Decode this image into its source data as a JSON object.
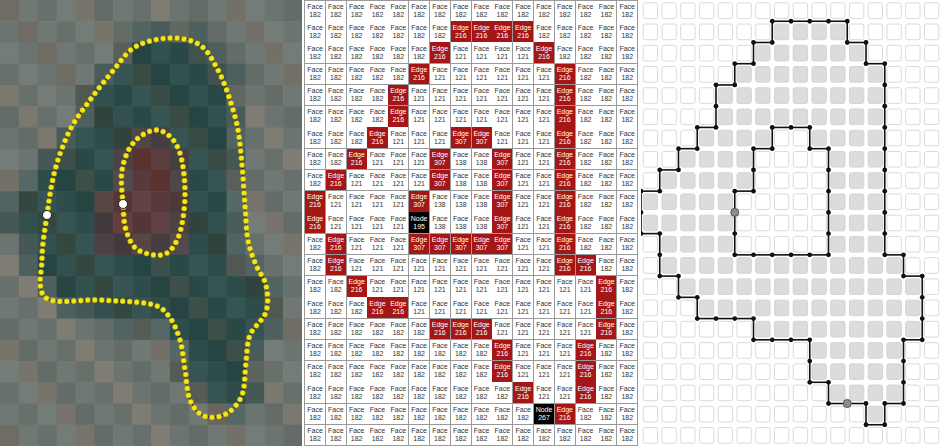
{
  "diagram": {
    "labels": [
      "Face",
      "182",
      "Face",
      "182",
      "Face",
      "182",
      "Face",
      "182",
      "Face",
      "182",
      "Face",
      "182",
      "Face",
      "182",
      "Face",
      "182",
      "Face",
      "182",
      "Face",
      "182",
      "Face",
      "182",
      "Face",
      "182",
      "Face",
      "182",
      "Face",
      "182",
      "Face",
      "182",
      "Face",
      "182",
      "Face",
      "182",
      "Face",
      "182",
      "Face",
      "182",
      "Face",
      "182",
      "Face",
      "182",
      "Face",
      "182",
      "Face",
      "182",
      "Edge",
      "216",
      "Edge",
      "216",
      "Edge",
      "216",
      "Edge",
      "216",
      "Face",
      "182",
      "Face",
      "182",
      "Face",
      "182",
      "Face",
      "182",
      "Face",
      "182",
      "Face",
      "182",
      "Face",
      "182",
      "Face",
      "182",
      "Face",
      "182",
      "Face",
      "182",
      "Face",
      "182",
      "Edge",
      "216",
      "Face",
      "121",
      "Face",
      "121",
      "Face",
      "121",
      "Face",
      "121",
      "Edge",
      "216",
      "Face",
      "182",
      "Face",
      "182",
      "Face",
      "182",
      "Face",
      "182",
      "Face",
      "182",
      "Face",
      "182",
      "Face",
      "182",
      "Face",
      "182",
      "Face",
      "182",
      "Edge",
      "216",
      "Face",
      "121",
      "Face",
      "121",
      "Face",
      "121",
      "Face",
      "121",
      "Face",
      "121",
      "Face",
      "121",
      "Edge",
      "216",
      "Face",
      "182",
      "Face",
      "182",
      "Face",
      "182",
      "Face",
      "182",
      "Face",
      "182",
      "Face",
      "182",
      "Face",
      "182",
      "Edge",
      "216",
      "Face",
      "121",
      "Face",
      "121",
      "Face",
      "121",
      "Face",
      "121",
      "Face",
      "121",
      "Face",
      "121",
      "Face",
      "121",
      "Edge",
      "216",
      "Face",
      "182",
      "Face",
      "182",
      "Face",
      "182",
      "Face",
      "182",
      "Face",
      "182",
      "Face",
      "182",
      "Face",
      "182",
      "Edge",
      "216",
      "Face",
      "121",
      "Face",
      "121",
      "Face",
      "121",
      "Face",
      "121",
      "Face",
      "121",
      "Face",
      "121",
      "Face",
      "121",
      "Edge",
      "216",
      "Face",
      "182",
      "Face",
      "182",
      "Face",
      "182",
      "Face",
      "182",
      "Face",
      "182",
      "Face",
      "182",
      "Edge",
      "216",
      "Face",
      "121",
      "Face",
      "121",
      "Face",
      "121",
      "Edge",
      "307",
      "Edge",
      "307",
      "Face",
      "121",
      "Face",
      "121",
      "Face",
      "121",
      "Edge",
      "216",
      "Face",
      "182",
      "Face",
      "182",
      "Face",
      "182",
      "Face",
      "182",
      "Face",
      "182",
      "Edge",
      "216",
      "Face",
      "121",
      "Face",
      "121",
      "Face",
      "121",
      "Edge",
      "307",
      "Face",
      "138",
      "Face",
      "138",
      "Edge",
      "307",
      "Face",
      "121",
      "Face",
      "121",
      "Edge",
      "216",
      "Face",
      "182",
      "Face",
      "182",
      "Face",
      "182",
      "Face",
      "182",
      "Edge",
      "216",
      "Face",
      "121",
      "Face",
      "121",
      "Face",
      "121",
      "Face",
      "121",
      "Edge",
      "307",
      "Face",
      "138",
      "Face",
      "138",
      "Edge",
      "307",
      "Face",
      "121",
      "Face",
      "121",
      "Edge",
      "216",
      "Face",
      "182",
      "Face",
      "182",
      "Face",
      "182",
      "Edge",
      "216",
      "Face",
      "121",
      "Face",
      "121",
      "Face",
      "121",
      "Face",
      "121",
      "Edge",
      "307",
      "Face",
      "138",
      "Face",
      "138",
      "Face",
      "138",
      "Edge",
      "307",
      "Face",
      "121",
      "Face",
      "121",
      "Edge",
      "216",
      "Face",
      "182",
      "Face",
      "182",
      "Face",
      "182",
      "Edge",
      "216",
      "Face",
      "121",
      "Face",
      "121",
      "Face",
      "121",
      "Face",
      "121",
      "Node",
      "195",
      "Face",
      "138",
      "Face",
      "138",
      "Face",
      "138",
      "Edge",
      "307",
      "Face",
      "121",
      "Face",
      "121",
      "Edge",
      "216",
      "Face",
      "182",
      "Face",
      "182",
      "Face",
      "182",
      "Face",
      "182",
      "Edge",
      "216",
      "Face",
      "121",
      "Face",
      "121",
      "Face",
      "121",
      "Edge",
      "307",
      "Edge",
      "307",
      "Edge",
      "307",
      "Edge",
      "307",
      "Edge",
      "307",
      "Face",
      "121",
      "Face",
      "121",
      "Edge",
      "216",
      "Face",
      "182",
      "Face",
      "182",
      "Face",
      "182",
      "Face",
      "182",
      "Edge",
      "216",
      "Face",
      "121",
      "Face",
      "121",
      "Face",
      "121",
      "Face",
      "121",
      "Face",
      "121",
      "Face",
      "121",
      "Face",
      "121",
      "Face",
      "121",
      "Face",
      "121",
      "Face",
      "121",
      "Edge",
      "216",
      "Edge",
      "216",
      "Face",
      "182",
      "Face",
      "182",
      "Face",
      "182",
      "Face",
      "182",
      "Edge",
      "216",
      "Face",
      "121",
      "Face",
      "121",
      "Face",
      "121",
      "Face",
      "121",
      "Face",
      "121",
      "Face",
      "121",
      "Face",
      "121",
      "Face",
      "121",
      "Face",
      "121",
      "Face",
      "121",
      "Face",
      "121",
      "Edge",
      "216",
      "Face",
      "182",
      "Face",
      "182",
      "Face",
      "182",
      "Face",
      "182",
      "Edge",
      "216",
      "Edge",
      "216",
      "Face",
      "121",
      "Face",
      "121",
      "Face",
      "121",
      "Face",
      "121",
      "Face",
      "121",
      "Face",
      "121",
      "Face",
      "121",
      "Face",
      "121",
      "Face",
      "121",
      "Edge",
      "216",
      "Face",
      "182",
      "Face",
      "182",
      "Face",
      "182",
      "Face",
      "182",
      "Face",
      "182",
      "Face",
      "182",
      "Face",
      "182",
      "Edge",
      "216",
      "Edge",
      "216",
      "Edge",
      "216",
      "Face",
      "121",
      "Face",
      "121",
      "Face",
      "121",
      "Face",
      "121",
      "Face",
      "121",
      "Edge",
      "216",
      "Face",
      "182",
      "Face",
      "182",
      "Face",
      "182",
      "Face",
      "182",
      "Face",
      "182",
      "Face",
      "182",
      "Face",
      "182",
      "Face",
      "182",
      "Face",
      "182",
      "Face",
      "182",
      "Edge",
      "216",
      "Face",
      "121",
      "Face",
      "121",
      "Face",
      "121",
      "Edge",
      "216",
      "Face",
      "182",
      "Face",
      "182",
      "Face",
      "182",
      "Face",
      "182",
      "Face",
      "182",
      "Face",
      "182",
      "Face",
      "182",
      "Face",
      "182",
      "Face",
      "182",
      "Face",
      "182",
      "Face",
      "182",
      "Edge",
      "216",
      "Face",
      "121",
      "Face",
      "121",
      "Face",
      "121",
      "Edge",
      "216",
      "Face",
      "182",
      "Face",
      "182",
      "Face",
      "182",
      "Face",
      "182",
      "Face",
      "182",
      "Face",
      "182",
      "Face",
      "182",
      "Face",
      "182",
      "Face",
      "182",
      "Face",
      "182",
      "Face",
      "182",
      "Face",
      "182",
      "Edge",
      "216",
      "Face",
      "121",
      "Face",
      "121",
      "Edge",
      "216",
      "Face",
      "182",
      "Face",
      "182",
      "Face",
      "182",
      "Face",
      "182",
      "Face",
      "182",
      "Face",
      "182",
      "Face",
      "182",
      "Face",
      "182",
      "Face",
      "182",
      "Face",
      "182",
      "Face",
      "182",
      "Face",
      "182",
      "Face",
      "182",
      "Node",
      "267",
      "Edge",
      "216",
      "Face",
      "182",
      "Face",
      "182",
      "Face",
      "182",
      "Face",
      "182",
      "Face",
      "182",
      "Face",
      "182",
      "Face",
      "182",
      "Face",
      "182",
      "Face",
      "182",
      "Face",
      "182",
      "Face",
      "182",
      "Face",
      "182",
      "Face",
      "182",
      "Face",
      "182",
      "Face",
      "182",
      "Face",
      "182",
      "Face",
      "182",
      "Face",
      "182",
      "Face",
      "182"
    ]
  }
}
